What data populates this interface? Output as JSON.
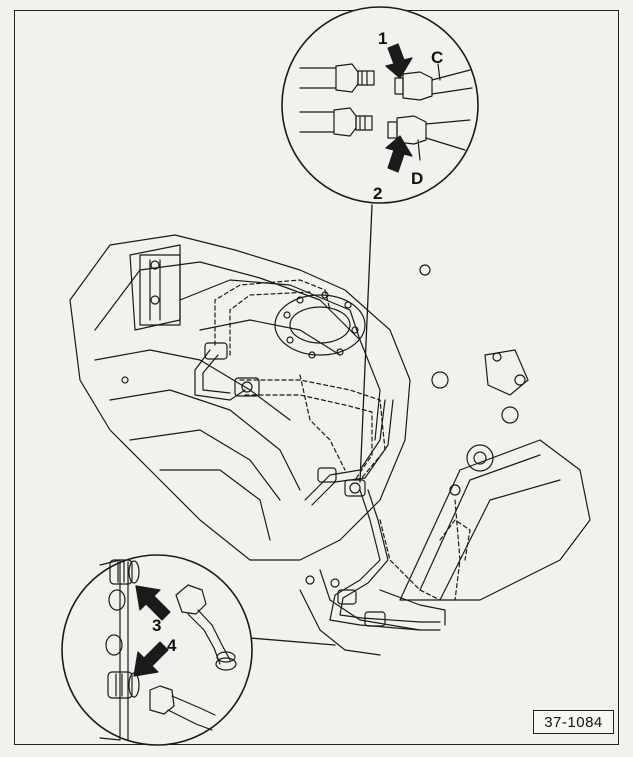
{
  "callouts": {
    "arrow_1": "1",
    "arrow_2": "2",
    "arrow_3": "3",
    "arrow_4": "4",
    "letter_c": "C",
    "letter_d": "D"
  },
  "reference_code": "37-1084",
  "colors": {
    "ink": "#1a1a1a",
    "paper": "#f2f1ee"
  }
}
